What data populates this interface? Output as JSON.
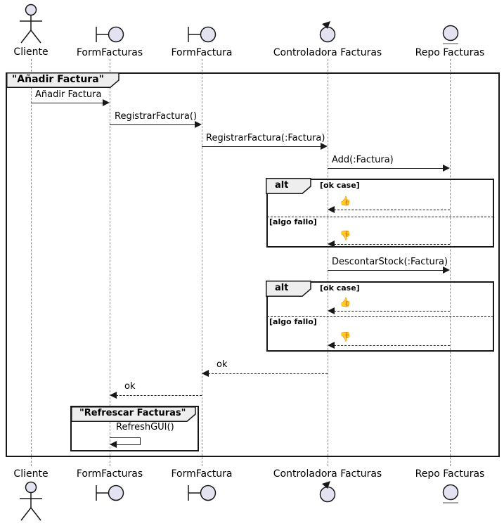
{
  "frame": {
    "title": "\"Añadir Factura\""
  },
  "participants": [
    {
      "name": "Cliente",
      "type": "actor"
    },
    {
      "name": "FormFacturas",
      "type": "boundary"
    },
    {
      "name": "FormFactura",
      "type": "boundary"
    },
    {
      "name": "Controladora Facturas",
      "type": "control"
    },
    {
      "name": "Repo Facturas",
      "type": "entity"
    }
  ],
  "messages": [
    {
      "label": "Añadir Factura",
      "from": "Cliente",
      "to": "FormFacturas",
      "line": "solid"
    },
    {
      "label": "RegistrarFactura()",
      "from": "FormFacturas",
      "to": "FormFactura",
      "line": "solid"
    },
    {
      "label": "RegistrarFactura(:Factura)",
      "from": "FormFactura",
      "to": "Controladora Facturas",
      "line": "solid"
    },
    {
      "label": "Add(:Factura)",
      "from": "Controladora Facturas",
      "to": "Repo Facturas",
      "line": "solid"
    },
    {
      "label": "👍",
      "from": "Repo Facturas",
      "to": "Controladora Facturas",
      "line": "dashed"
    },
    {
      "label": "👎",
      "from": "Repo Facturas",
      "to": "Controladora Facturas",
      "line": "dashed"
    },
    {
      "label": "DescontarStock(:Factura)",
      "from": "Controladora Facturas",
      "to": "Repo Facturas",
      "line": "solid"
    },
    {
      "label": "👍",
      "from": "Repo Facturas",
      "to": "Controladora Facturas",
      "line": "dashed"
    },
    {
      "label": "👎",
      "from": "Repo Facturas",
      "to": "Controladora Facturas",
      "line": "dashed"
    },
    {
      "label": "ok",
      "from": "Controladora Facturas",
      "to": "FormFactura",
      "line": "dashed"
    },
    {
      "label": "ok",
      "from": "FormFactura",
      "to": "FormFacturas",
      "line": "dashed"
    },
    {
      "label": "RefreshGUI()",
      "from": "FormFacturas",
      "to": "FormFacturas",
      "line": "solid"
    }
  ],
  "fragments": {
    "alt1": {
      "label": "alt",
      "guards": [
        "[ok case]",
        "[algo fallo]"
      ]
    },
    "alt2": {
      "label": "alt",
      "guards": [
        "[ok case]",
        "[algo fallo]"
      ]
    },
    "group": {
      "title": "\"Refrescar Facturas\""
    }
  },
  "colors": {
    "participant_fill": "#E2E2F0",
    "line": "#181818",
    "lifeline": "#8A8A8A",
    "tab_fill": "#EEEEEE",
    "background": "#FFFFFF"
  }
}
